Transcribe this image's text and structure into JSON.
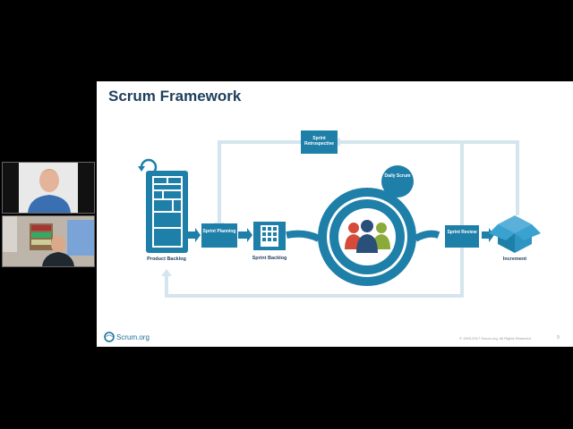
{
  "slide": {
    "title": "Scrum Framework",
    "copyright": "© 1993-2017 Scrum.org. All Rights Reserved",
    "page_number": "9",
    "logo_text": "Scrum.org"
  },
  "diagram": {
    "product_backlog": "Product Backlog",
    "sprint_planning": "Sprint Planning",
    "sprint_backlog": "Sprint Backlog",
    "daily_scrum": "Daily Scrum",
    "sprint_review": "Sprint Review",
    "sprint_retrospective": "Sprint Retrospective",
    "increment": "Increment"
  },
  "colors": {
    "primary": "#1e7fa8",
    "arrow": "#d5e5ee",
    "title": "#1f3f5c"
  },
  "participants": [
    {
      "name": "participant-1",
      "icon": "person-video"
    },
    {
      "name": "participant-2",
      "icon": "person-video"
    }
  ]
}
